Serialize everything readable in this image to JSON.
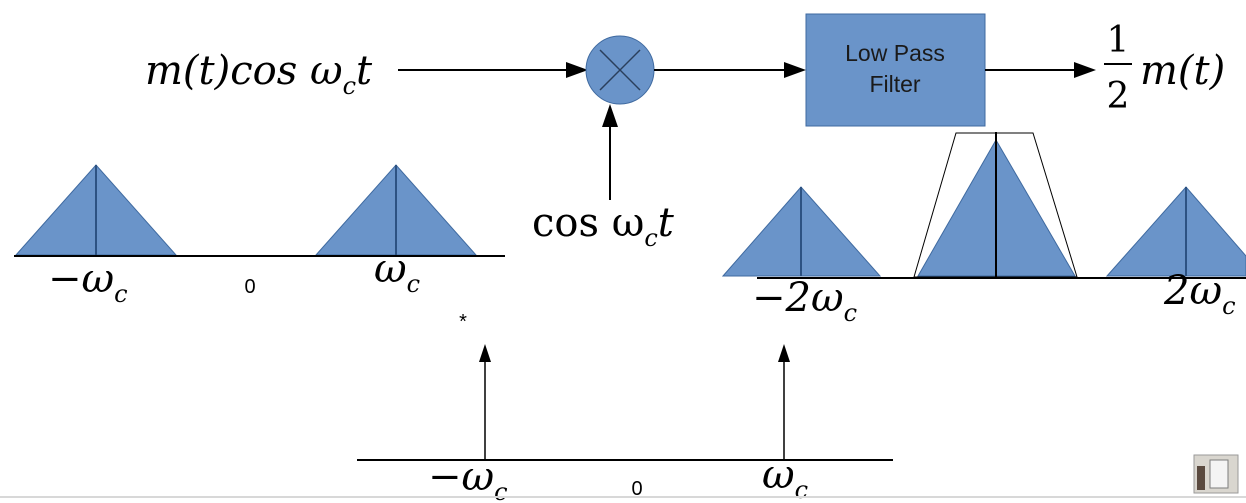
{
  "block_diagram": {
    "input_label": {
      "main": "m(t)cos ω",
      "sub": "c",
      "tail": "t"
    },
    "multiplier_symbol": "×",
    "carrier_label": {
      "main": "cos ω",
      "sub": "c",
      "tail": "t"
    },
    "filter_label_line1": "Low Pass",
    "filter_label_line2": "Filter",
    "output_label": {
      "num": "1",
      "den": "2",
      "rest": "m(t)"
    }
  },
  "spectrum_input": {
    "left_label": {
      "main": "−ω",
      "sub": "c"
    },
    "center_label": "0",
    "right_label": {
      "main": "ω",
      "sub": "c"
    }
  },
  "convolution_symbol": "*",
  "spectrum_carrier": {
    "left_label": {
      "main": "−ω",
      "sub": "c"
    },
    "center_label": "0",
    "right_label": {
      "main": "ω",
      "sub": "c"
    }
  },
  "spectrum_output": {
    "left_label": {
      "main": "−2ω",
      "sub": "c"
    },
    "right_label": {
      "main": "2ω",
      "sub": "c"
    }
  },
  "colors": {
    "block_fill": "#6a94c9",
    "block_stroke": "#3f6aa0",
    "triangle_fill": "#6a94c9"
  }
}
